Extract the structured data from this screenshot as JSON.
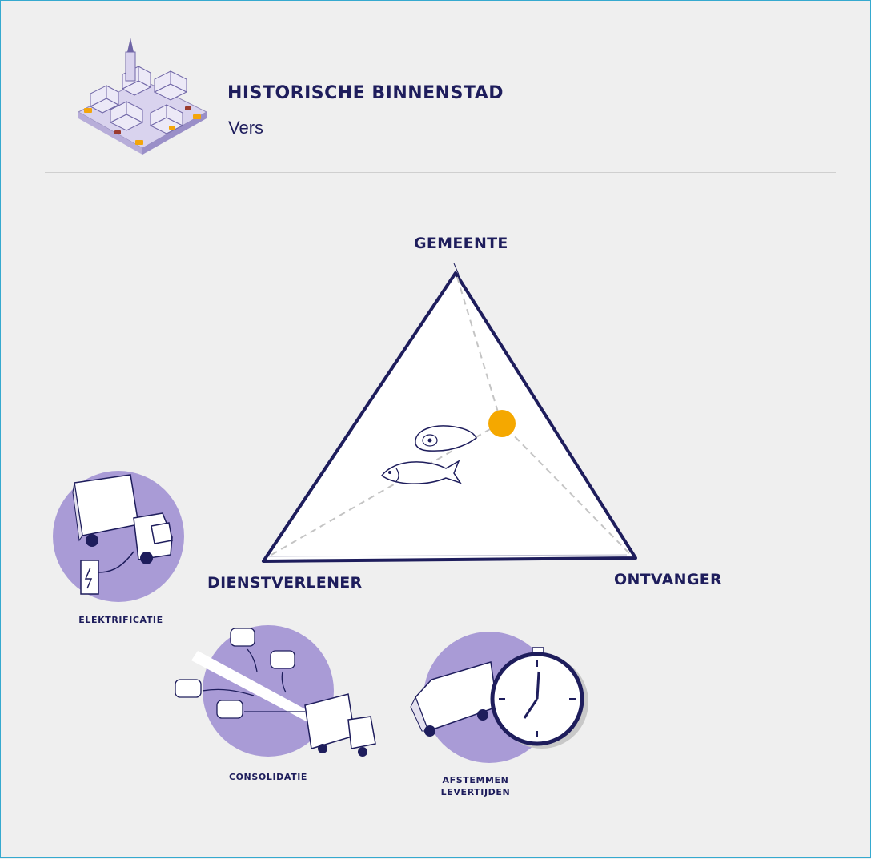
{
  "header": {
    "title": "HISTORISCHE BINNENSTAD",
    "subtitle": "Vers"
  },
  "diagram": {
    "vertex_top": "GEMEENTE",
    "vertex_left": "DIENSTVERLENER",
    "vertex_right": "ONTVANGER",
    "marker_color": "#f5a800",
    "line_color": "#1e1d5c",
    "circle_color": "#a99bd6"
  },
  "solutions": {
    "elektrificatie": "ELEKTRIFICATIE",
    "consolidatie": "CONSOLIDATIE",
    "afstemmen_line1": "AFSTEMMEN",
    "afstemmen_line2": "LEVERTIJDEN"
  },
  "icons": {
    "city": "city-illustration-icon",
    "truck_charging": "electric-truck-icon",
    "vans": "van-consolidation-icon",
    "stopwatch": "stopwatch-van-icon",
    "fish": "fish-icon",
    "meat": "meat-icon"
  }
}
